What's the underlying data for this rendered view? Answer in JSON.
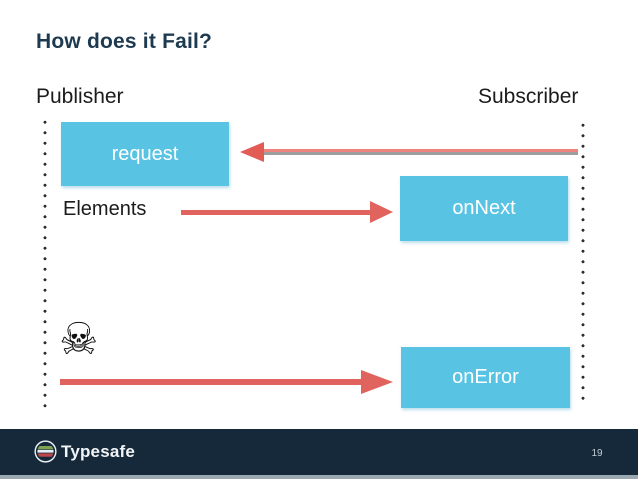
{
  "slide": {
    "title": "How does it Fail?",
    "background_color": "#FFFFFF"
  },
  "diagram": {
    "publisher_label": "Publisher",
    "subscriber_label": "Subscriber",
    "elements_label": "Elements",
    "boxes": {
      "request_label": "request",
      "on_next_label": "onNext",
      "on_error_label": "onError"
    },
    "skull_icon_char": "☠",
    "colors": {
      "box_fill": "#58C3E3",
      "box_text": "#FFFFFF",
      "arrow_red": "#E0635D",
      "arrow_shadow_gray": "#9E9E9E",
      "lifeline_dot": "#2E2E2E",
      "title_text": "#1E3A50"
    }
  },
  "footer": {
    "brand_label": "Typesafe",
    "page_number": "19",
    "colors": {
      "bar": "#16293A",
      "bottom_strip": "#9AA8B2",
      "logo_green": "#7FA34E",
      "logo_white": "#E8EEF2",
      "logo_red": "#B9474B"
    }
  }
}
